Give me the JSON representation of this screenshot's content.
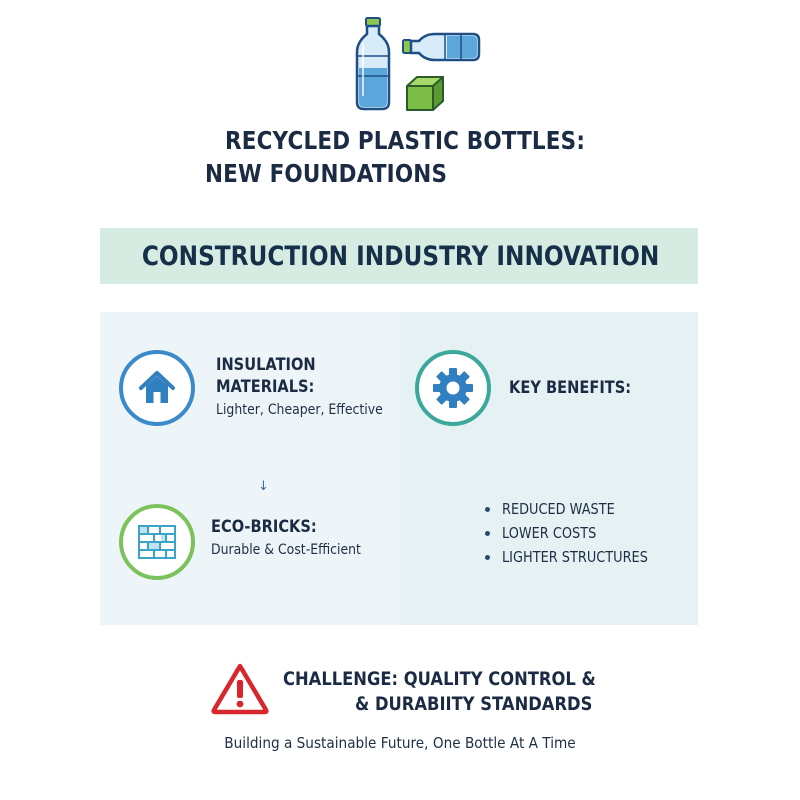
{
  "hero": {
    "icons": [
      "water-bottle-icon",
      "plastic-bottle-icon",
      "green-cube-icon"
    ]
  },
  "title": {
    "line1": "RECYCLED PLASTIC BOTTLES:",
    "line2": "NEW FOUNDATIONS"
  },
  "banner": {
    "text": "CONSTRUCTION INDUSTRY INNOVATION"
  },
  "left_panel": {
    "insulation": {
      "icon": "house-icon",
      "heading_line1": "INSULATION",
      "heading_line2": "MATERIALS:",
      "description": "Lighter, Cheaper, Effective"
    },
    "arrow": "↓",
    "ecobricks": {
      "icon": "brick-wall-icon",
      "heading": "ECO-BRICKS:",
      "description": "Durable & Cost-Efficient"
    }
  },
  "right_panel": {
    "icon": "gear-icon",
    "heading": "KEY BENEFITS:",
    "benefits": [
      "REDUCED WASTE",
      "LOWER COSTS",
      "LIGHTER STRUCTURES"
    ]
  },
  "challenge": {
    "icon": "warning-icon",
    "line1": "CHALLENGE: QUALITY CONTROL &",
    "line2": "& DURABIITY STANDARDS"
  },
  "tagline": "Building a Sustainable Future, One Bottle At A Time",
  "colors": {
    "navy": "#1b2b44",
    "banner_bg": "#d6ece2",
    "blue_ring": "#3b8ac9",
    "teal_ring": "#3aa99b",
    "green_ring": "#7ac25b",
    "warning_red": "#d9262c"
  }
}
